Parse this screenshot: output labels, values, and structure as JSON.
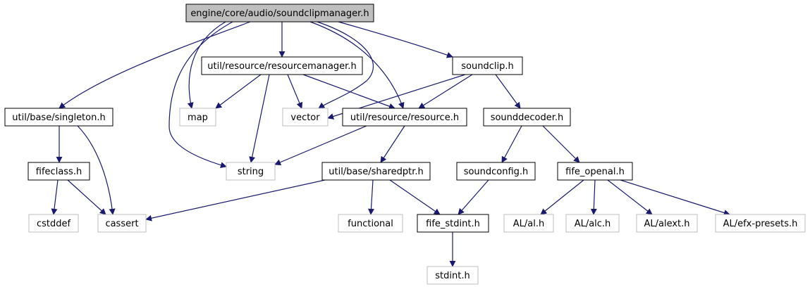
{
  "colors": {
    "edge": "#191970",
    "root_fill": "#bfbfbf",
    "node_border": "#000000",
    "external_border": "#bfbfbf",
    "node_fill": "#ffffff",
    "text": "#000000"
  },
  "nodes": [
    {
      "id": "root",
      "label": "engine/core/audio/soundclipmanager.h",
      "kind": "root"
    },
    {
      "id": "singleton",
      "label": "util/base/singleton.h",
      "kind": "internal"
    },
    {
      "id": "resourcemanager",
      "label": "util/resource/resourcemanager.h",
      "kind": "internal"
    },
    {
      "id": "soundclip",
      "label": "soundclip.h",
      "kind": "internal"
    },
    {
      "id": "map",
      "label": "map",
      "kind": "external"
    },
    {
      "id": "vector",
      "label": "vector",
      "kind": "external"
    },
    {
      "id": "resource",
      "label": "util/resource/resource.h",
      "kind": "internal"
    },
    {
      "id": "sounddecoder",
      "label": "sounddecoder.h",
      "kind": "internal"
    },
    {
      "id": "fifeclass",
      "label": "fifeclass.h",
      "kind": "internal"
    },
    {
      "id": "string",
      "label": "string",
      "kind": "external"
    },
    {
      "id": "sharedptr",
      "label": "util/base/sharedptr.h",
      "kind": "internal"
    },
    {
      "id": "soundconfig",
      "label": "soundconfig.h",
      "kind": "internal"
    },
    {
      "id": "fifeopenal",
      "label": "fife_openal.h",
      "kind": "internal"
    },
    {
      "id": "cstddef",
      "label": "cstddef",
      "kind": "external"
    },
    {
      "id": "cassert",
      "label": "cassert",
      "kind": "external"
    },
    {
      "id": "functional",
      "label": "functional",
      "kind": "external"
    },
    {
      "id": "fifestdint",
      "label": "fife_stdint.h",
      "kind": "internal"
    },
    {
      "id": "alh",
      "label": "AL/al.h",
      "kind": "external"
    },
    {
      "id": "alch",
      "label": "AL/alc.h",
      "kind": "external"
    },
    {
      "id": "alexth",
      "label": "AL/alext.h",
      "kind": "external"
    },
    {
      "id": "efxpresets",
      "label": "AL/efx-presets.h",
      "kind": "external"
    },
    {
      "id": "stdint",
      "label": "stdint.h",
      "kind": "external"
    }
  ],
  "edges": [
    {
      "from": "root",
      "to": "singleton"
    },
    {
      "from": "root",
      "to": "resourcemanager"
    },
    {
      "from": "root",
      "to": "soundclip"
    },
    {
      "from": "root",
      "to": "map"
    },
    {
      "from": "root",
      "to": "string"
    },
    {
      "from": "root",
      "to": "vector"
    },
    {
      "from": "root",
      "to": "resource"
    },
    {
      "from": "singleton",
      "to": "fifeclass"
    },
    {
      "from": "singleton",
      "to": "cassert"
    },
    {
      "from": "resourcemanager",
      "to": "map"
    },
    {
      "from": "resourcemanager",
      "to": "vector"
    },
    {
      "from": "resourcemanager",
      "to": "string"
    },
    {
      "from": "resourcemanager",
      "to": "resource"
    },
    {
      "from": "soundclip",
      "to": "vector"
    },
    {
      "from": "soundclip",
      "to": "resource"
    },
    {
      "from": "soundclip",
      "to": "sounddecoder"
    },
    {
      "from": "resource",
      "to": "string"
    },
    {
      "from": "resource",
      "to": "sharedptr"
    },
    {
      "from": "sounddecoder",
      "to": "soundconfig"
    },
    {
      "from": "sounddecoder",
      "to": "fifeopenal"
    },
    {
      "from": "fifeclass",
      "to": "cstddef"
    },
    {
      "from": "fifeclass",
      "to": "cassert"
    },
    {
      "from": "sharedptr",
      "to": "cassert"
    },
    {
      "from": "sharedptr",
      "to": "functional"
    },
    {
      "from": "sharedptr",
      "to": "fifestdint"
    },
    {
      "from": "soundconfig",
      "to": "fifestdint"
    },
    {
      "from": "fifeopenal",
      "to": "alh"
    },
    {
      "from": "fifeopenal",
      "to": "alch"
    },
    {
      "from": "fifeopenal",
      "to": "alexth"
    },
    {
      "from": "fifeopenal",
      "to": "efxpresets"
    },
    {
      "from": "fifestdint",
      "to": "stdint"
    }
  ]
}
